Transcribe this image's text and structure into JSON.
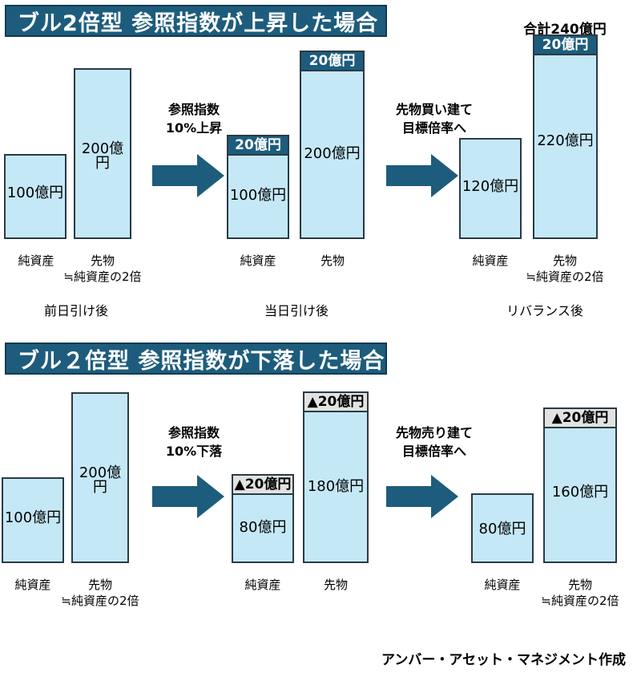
{
  "sections": [
    {
      "id": "bull-up",
      "title": "ブル2倍型 参照指数が上昇した場合",
      "groups": [
        {
          "id": "prev-close",
          "caption": "前日引け後",
          "bars": [
            {
              "label": "純資産",
              "sublabel": "",
              "value": "100億円",
              "cap": ""
            },
            {
              "label": "先物",
              "sublabel": "≒純資産の2倍",
              "value": "200億円",
              "cap": ""
            }
          ]
        },
        {
          "id": "same-day-close",
          "caption": "当日引け後",
          "bars": [
            {
              "label": "純資産",
              "sublabel": "",
              "value": "100億円",
              "cap": "20億円"
            },
            {
              "label": "先物",
              "sublabel": "",
              "value": "200億円",
              "cap": "20億円"
            }
          ]
        },
        {
          "id": "after-rebalance",
          "caption": "リバランス後",
          "total": "合計240億円",
          "bars": [
            {
              "label": "純資産",
              "sublabel": "",
              "value": "120億円",
              "cap": ""
            },
            {
              "label": "先物",
              "sublabel": "≒純資産の2倍",
              "value": "220億円",
              "cap": "20億円"
            }
          ]
        }
      ],
      "arrows": [
        {
          "note": "参照指数\n10%上昇"
        },
        {
          "note": "先物買い建て\n目標倍率へ"
        }
      ]
    },
    {
      "id": "bull-down",
      "title": "ブル２倍型 参照指数が下落した場合",
      "groups": [
        {
          "id": "prev-close",
          "caption": "",
          "bars": [
            {
              "label": "純資産",
              "sublabel": "",
              "value": "100億円",
              "cap": ""
            },
            {
              "label": "先物",
              "sublabel": "≒純資産の2倍",
              "value": "200億円",
              "cap": ""
            }
          ]
        },
        {
          "id": "same-day-close",
          "caption": "",
          "bars": [
            {
              "label": "純資産",
              "sublabel": "",
              "value": "80億円",
              "cap": "▲20億円"
            },
            {
              "label": "先物",
              "sublabel": "",
              "value": "180億円",
              "cap": "▲20億円"
            }
          ]
        },
        {
          "id": "after-rebalance",
          "caption": "",
          "bars": [
            {
              "label": "純資産",
              "sublabel": "",
              "value": "80億円",
              "cap": ""
            },
            {
              "label": "先物",
              "sublabel": "≒純資産の2倍",
              "value": "160億円",
              "cap": "▲20億円"
            }
          ]
        }
      ],
      "arrows": [
        {
          "note": "参照指数\n10%下落"
        },
        {
          "note": "先物売り建て\n目標倍率へ"
        }
      ]
    }
  ],
  "footer": "アンバー・アセット・マネジメント作成",
  "colors": {
    "banner_fill": "#1D5C7C",
    "bar_fill": "#C5E8F7",
    "bar_stroke": "#2B3A44",
    "cap_blue": "#1D5C7C",
    "cap_gray": "#E2E2E2",
    "arrow_fill": "#1D5C7C"
  },
  "chart_data": {
    "type": "bar",
    "title": "ブル2倍型 参照指数が上昇・下落した場合の純資産と先物の推移",
    "xlabel": "",
    "ylabel": "億円",
    "ylim": [
      0,
      240
    ],
    "grid": false,
    "legend": "none",
    "panels": [
      {
        "name": "参照指数が上昇した場合",
        "stages": [
          "前日引け後",
          "当日引け後",
          "リバランス後"
        ],
        "categories": [
          "純資産",
          "先物"
        ],
        "series": [
          {
            "name": "前日引け後",
            "values": [
              100,
              200
            ],
            "deltas": [
              0,
              0
            ]
          },
          {
            "name": "当日引け後",
            "values": [
              120,
              220
            ],
            "base": [
              100,
              200
            ],
            "deltas": [
              20,
              20
            ]
          },
          {
            "name": "リバランス後",
            "values": [
              120,
              240
            ],
            "base": [
              120,
              220
            ],
            "deltas": [
              0,
              20
            ]
          }
        ],
        "annotations": [
          "合計240億円",
          "参照指数 10%上昇",
          "先物買い建て 目標倍率へ"
        ]
      },
      {
        "name": "参照指数が下落した場合",
        "stages": [
          "前日引け後",
          "当日引け後",
          "リバランス後"
        ],
        "categories": [
          "純資産",
          "先物"
        ],
        "series": [
          {
            "name": "前日引け後",
            "values": [
              100,
              200
            ],
            "deltas": [
              0,
              0
            ]
          },
          {
            "name": "当日引け後",
            "values": [
              80,
              180
            ],
            "base": [
              100,
              200
            ],
            "deltas": [
              -20,
              -20
            ]
          },
          {
            "name": "リバランス後",
            "values": [
              80,
              160
            ],
            "base": [
              80,
              180
            ],
            "deltas": [
              0,
              -20
            ]
          }
        ],
        "annotations": [
          "参照指数 10%下落",
          "先物売り建て 目標倍率へ"
        ]
      }
    ]
  }
}
